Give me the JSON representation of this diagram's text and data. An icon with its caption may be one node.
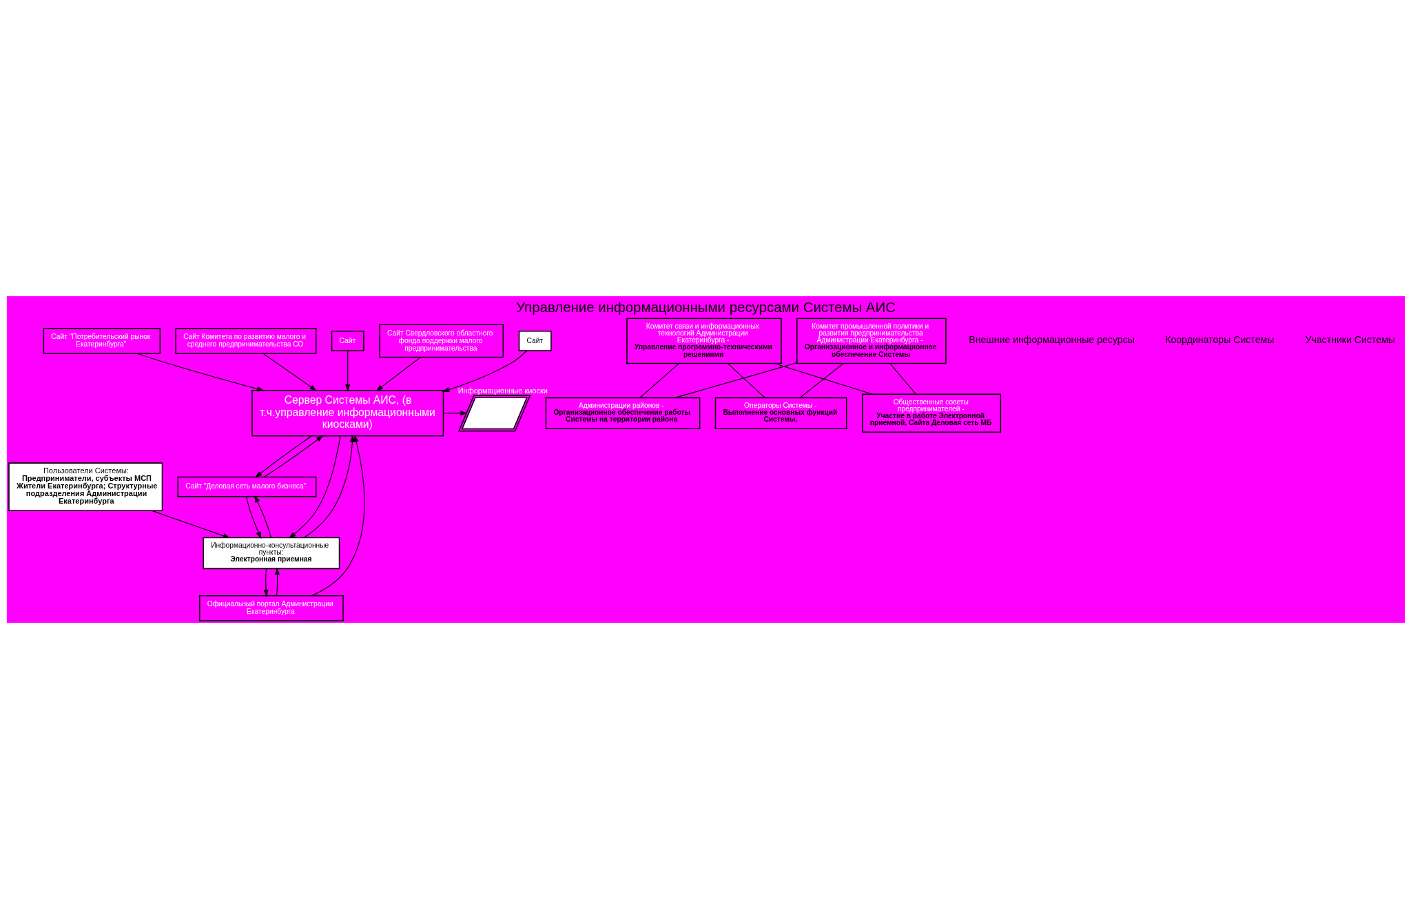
{
  "diagram": {
    "title": "Управление информационными ресурсами Системы АИС",
    "nodes": [
      {
        "text": [
          "Сервер Системы АИС, (в т.ч.управление информационными киосками)"
        ]
      },
      {
        "text": [
          "Официальный портал Администрации Екатеринбурга"
        ]
      },
      {
        "text": [
          "Сайт \"Деловая сеть малого бизнеса\""
        ]
      },
      {
        "text": [],
        "shape": "parallelogram",
        "beside": [
          "Информационные киоски"
        ]
      },
      {
        "text": [
          "Информационно-консультационные пункты:",
          "Электронная приемная"
        ]
      },
      {
        "text": [
          "Сайт \"Потребительский рынок Екатеринбурга\""
        ]
      },
      {
        "text": [
          "Сайт Комитета по развитию малого и среднего предпринимательства СО"
        ]
      },
      {
        "text": [
          "Сайт"
        ]
      },
      {
        "text": [
          "Сайт Свердловского областного фонда поддержки малого предпринимательства"
        ]
      },
      {
        "text": [
          "Сайт"
        ]
      },
      {
        "text": [
          "Комитет связи и информационных технологий Администрации Екатеринбурга -",
          "Управление программно-техническими решениями"
        ]
      },
      {
        "text": [
          "Комитет промышленной политики и развития предпринимательства Администрации Екатеринбурга -",
          "Организационное и информационное обеспечение Системы"
        ]
      },
      {
        "text": [
          "Администрации районов -",
          "Организационное обеспечение работы Системы на территории района"
        ]
      },
      {
        "text": [
          "Операторы Системы -",
          "Выполнение основных функций Системы,"
        ]
      },
      {
        "text": [
          "Общественные советы предпринимателей -",
          "Участие в работе Электронной приемной, Сайта Деловая сеть МБ"
        ]
      },
      {
        "text": [
          "Пользователи Системы:",
          "Предприниматели, субъекты МСП Жители Екатеринбурга; Структурные подразделения Администрации Екатеринбурга"
        ]
      }
    ],
    "edges": [
      {
        "from": 1,
        "to": 0,
        "arrow": "to"
      },
      {
        "from": 2,
        "to": 0,
        "arrow": "to"
      },
      {
        "from": 0,
        "to": 2,
        "arrow": "to"
      },
      {
        "from": 0,
        "to": 3,
        "arrow": "to"
      },
      {
        "from": 4,
        "to": 0,
        "arrow": "to"
      },
      {
        "from": 0,
        "to": 4,
        "arrow": "to"
      },
      {
        "from": 4,
        "to": 2,
        "arrow": "to"
      },
      {
        "from": 2,
        "to": 4,
        "arrow": "to"
      },
      {
        "from": 4,
        "to": 1,
        "arrow": "to"
      },
      {
        "from": 1,
        "to": 4,
        "arrow": "to"
      },
      {
        "from": 15,
        "to": 4,
        "arrow": "to"
      },
      {
        "from": 5,
        "to": 0,
        "arrow": "to"
      },
      {
        "from": 6,
        "to": 0,
        "arrow": "to"
      },
      {
        "from": 7,
        "to": 0,
        "arrow": "to"
      },
      {
        "from": 8,
        "to": 0,
        "arrow": "to"
      },
      {
        "from": 9,
        "to": 0,
        "arrow": "to"
      },
      {
        "from": 10,
        "to": 12,
        "arrow": "none"
      },
      {
        "from": 10,
        "to": 13,
        "arrow": "none"
      },
      {
        "from": 10,
        "to": 14,
        "arrow": "none"
      },
      {
        "from": 11,
        "to": 12,
        "arrow": "none"
      },
      {
        "from": 11,
        "to": 13,
        "arrow": "none"
      },
      {
        "from": 11,
        "to": 14,
        "arrow": "none"
      }
    ],
    "labels": [
      "Внешние информационные ресурсы",
      "Координаторы Системы",
      "Участники Системы"
    ]
  }
}
